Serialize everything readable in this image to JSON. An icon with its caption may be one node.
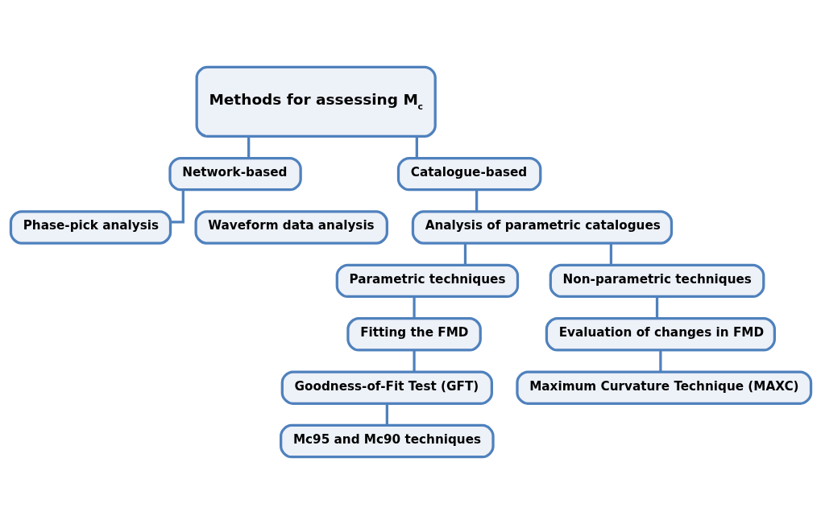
{
  "diagram": {
    "nodes": [
      {
        "text": [
          "Methods for assessing M$_{c}$"
        ]
      },
      {
        "text": [
          "Network-based"
        ]
      },
      {
        "text": [
          "Catalogue-based"
        ]
      },
      {
        "text": [
          "Phase-pick analysis"
        ]
      },
      {
        "text": [
          "Waveform data analysis"
        ]
      },
      {
        "text": [
          "Analysis of parametric catalogues"
        ]
      },
      {
        "text": [
          "Parametric techniques"
        ]
      },
      {
        "text": [
          "Non-parametric techniques"
        ]
      },
      {
        "text": [
          "Fitting the FMD"
        ]
      },
      {
        "text": [
          "Goodness-of-Fit Test (GFT)"
        ]
      },
      {
        "text": [
          "Mc95 and Mc90 techniques"
        ]
      },
      {
        "text": [
          "Evaluation of changes in FMD"
        ]
      },
      {
        "text": [
          "Maximum Curvature Technique (MAXC)"
        ]
      }
    ],
    "edges": [
      {
        "from": 0,
        "to": 1,
        "arrow": "none"
      },
      {
        "from": 0,
        "to": 2,
        "arrow": "none"
      },
      {
        "from": 1,
        "to": 3,
        "arrow": "none"
      },
      {
        "from": 2,
        "to": 5,
        "arrow": "none"
      },
      {
        "from": 5,
        "to": 6,
        "arrow": "none"
      },
      {
        "from": 5,
        "to": 7,
        "arrow": "none"
      },
      {
        "from": 6,
        "to": 8,
        "arrow": "none"
      },
      {
        "from": 8,
        "to": 9,
        "arrow": "none"
      },
      {
        "from": 9,
        "to": 10,
        "arrow": "none"
      },
      {
        "from": 7,
        "to": 11,
        "arrow": "none"
      },
      {
        "from": 11,
        "to": 12,
        "arrow": "none"
      }
    ]
  }
}
